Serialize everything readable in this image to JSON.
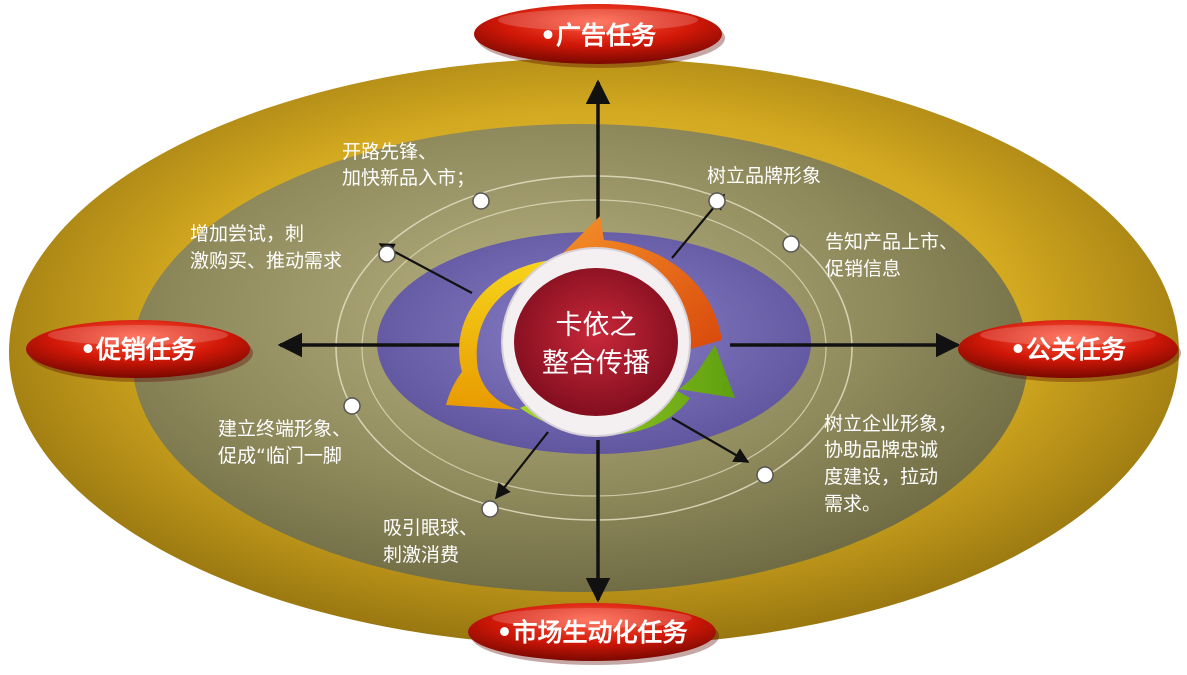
{
  "center": {
    "line1": "卡依之",
    "line2": "整合传播"
  },
  "tasks": {
    "top": "•广告任务",
    "left": "•促销任务",
    "right": "•公关任务",
    "bottom": "•市场生动化任务"
  },
  "notes": {
    "n1": {
      "line1": "开路先锋、",
      "line2": "加快新品入市；"
    },
    "n2": {
      "line1": "树立品牌形象"
    },
    "n3": {
      "line1": "增加尝试，刺",
      "line2": "激购买、推动需求"
    },
    "n4": {
      "line1": "告知产品上市、",
      "line2": "促销信息"
    },
    "n5": {
      "line1": "建立终端形象、",
      "line2": "促成“临门一脚"
    },
    "n6": {
      "line1": "树立企业形象，",
      "line2": "协助品牌忠诚",
      "line3": "度建设，拉动",
      "line4": "需求。"
    },
    "n7": {
      "line1": "吸引眼球、",
      "line2": "刺激消费"
    }
  },
  "colors": {
    "outer_ring": "#c9a21a",
    "mid_disc": "#8e8a5e",
    "inner_ring": "#7468b0",
    "pill": "#d81e10",
    "arrow_orange": "#ef6a1a",
    "arrow_yellow": "#f2c100",
    "arrow_green": "#8cc21a"
  }
}
